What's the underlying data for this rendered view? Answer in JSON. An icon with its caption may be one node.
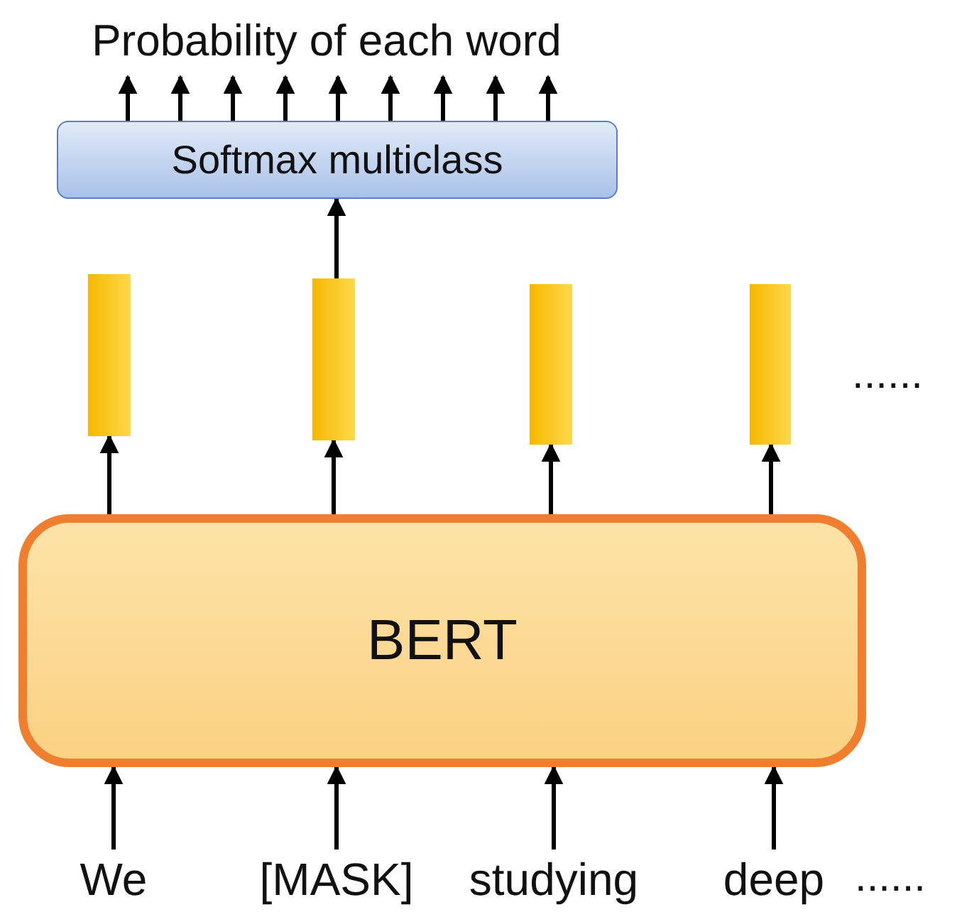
{
  "diagram": {
    "nodes": [
      {
        "text": [
          "Probability of each word"
        ]
      },
      {
        "text": [
          "Softmax multiclass"
        ]
      },
      {
        "text": [],
        "shape": "bar"
      },
      {
        "text": [],
        "shape": "bar"
      },
      {
        "text": [],
        "shape": "bar"
      },
      {
        "text": [],
        "shape": "bar"
      },
      {
        "text": [
          "BERT"
        ]
      },
      {
        "text": [
          "We"
        ]
      },
      {
        "text": [
          "[MASK]"
        ]
      },
      {
        "text": [
          "studying"
        ]
      },
      {
        "text": [
          "deep"
        ]
      }
    ],
    "edges": [
      {
        "from": 1,
        "to": 0,
        "arrow": "to"
      },
      {
        "from": 1,
        "to": 0,
        "arrow": "to"
      },
      {
        "from": 1,
        "to": 0,
        "arrow": "to"
      },
      {
        "from": 1,
        "to": 0,
        "arrow": "to"
      },
      {
        "from": 1,
        "to": 0,
        "arrow": "to"
      },
      {
        "from": 1,
        "to": 0,
        "arrow": "to"
      },
      {
        "from": 1,
        "to": 0,
        "arrow": "to"
      },
      {
        "from": 1,
        "to": 0,
        "arrow": "to"
      },
      {
        "from": 1,
        "to": 0,
        "arrow": "to"
      },
      {
        "from": 3,
        "to": 1,
        "arrow": "to"
      },
      {
        "from": 6,
        "to": 2,
        "arrow": "to"
      },
      {
        "from": 6,
        "to": 3,
        "arrow": "to"
      },
      {
        "from": 6,
        "to": 4,
        "arrow": "to"
      },
      {
        "from": 6,
        "to": 5,
        "arrow": "to"
      },
      {
        "from": 7,
        "to": 6,
        "arrow": "to"
      },
      {
        "from": 8,
        "to": 6,
        "arrow": "to"
      },
      {
        "from": 9,
        "to": 6,
        "arrow": "to"
      },
      {
        "from": 10,
        "to": 6,
        "arrow": "to"
      }
    ],
    "labels": [
      "......",
      "......"
    ]
  }
}
